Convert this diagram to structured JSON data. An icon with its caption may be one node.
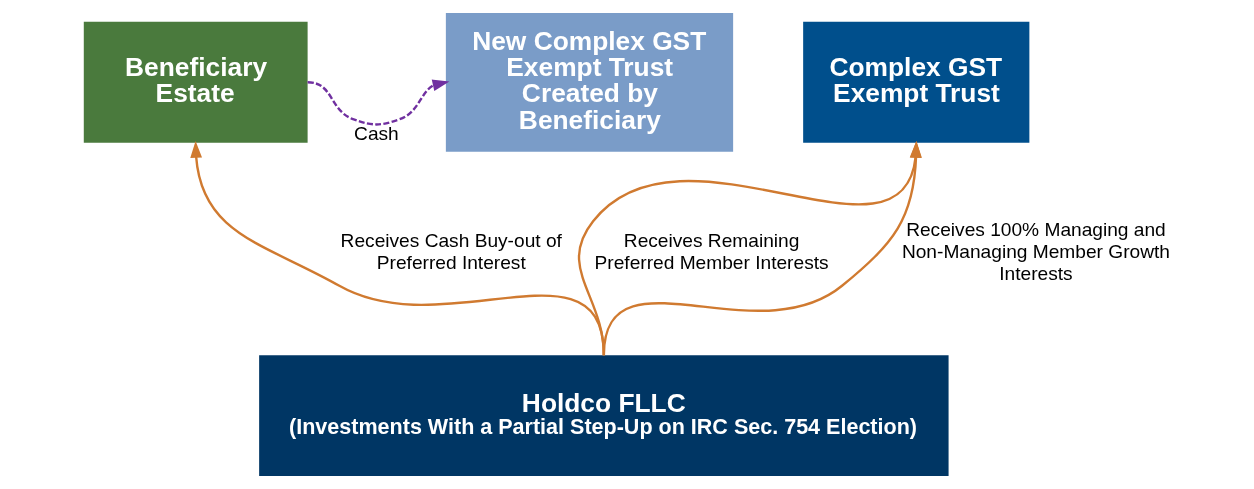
{
  "diagram": {
    "nodes": [
      {
        "text": [
          "Beneficiary Estate"
        ]
      },
      {
        "text": [
          "New Complex GST Exempt Trust Created by Beneficiary"
        ]
      },
      {
        "text": [
          "Complex GST Exempt Trust"
        ]
      },
      {
        "text": [
          "Holdco FLLC",
          "(Investments With a Partial Step-Up on IRC Sec. 754 Election)"
        ]
      }
    ],
    "edges": [
      {
        "from": 0,
        "to": 1,
        "arrow": "to",
        "label": "Cash",
        "style": "dashed",
        "color": "#7030a0"
      },
      {
        "from": 3,
        "to": 0,
        "arrow": "to",
        "label": "Receives Cash Buy-out of Preferred Interest"
      },
      {
        "from": 3,
        "to": 2,
        "arrow": "to",
        "label": "Receives Remaining Preferred Member Interests"
      },
      {
        "from": 3,
        "to": 2,
        "arrow": "to",
        "label": "Receives 100% Managing and Non-Managing Member Growth Interests"
      }
    ]
  }
}
